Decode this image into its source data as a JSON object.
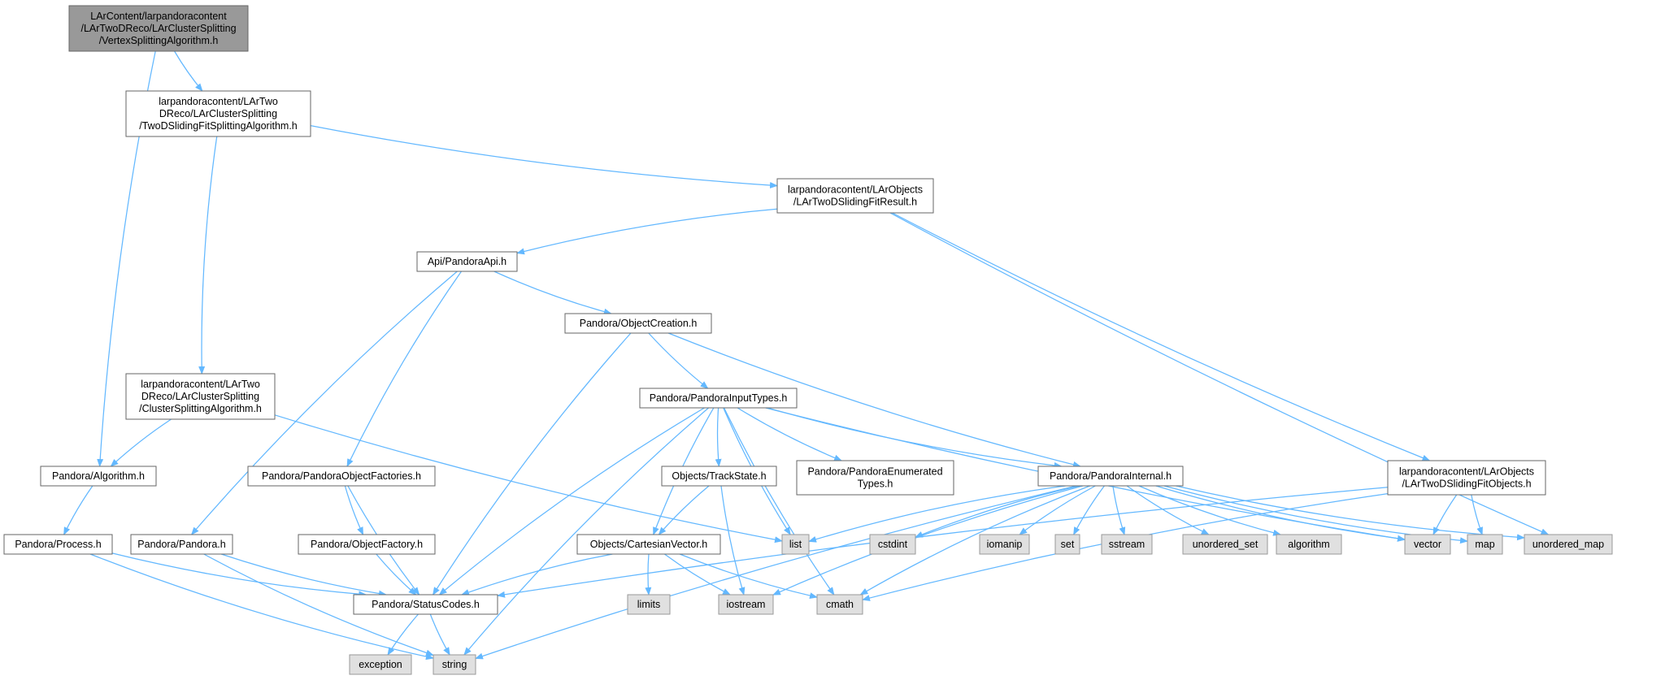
{
  "graph": {
    "colors": {
      "edge": "#63b8ff",
      "root_fill": "#999999",
      "root_stroke": "#666666",
      "node_fill": "#ffffff",
      "node_stroke": "#666666",
      "system_fill": "#e0e0e0",
      "system_stroke": "#999999"
    },
    "nodes": [
      {
        "id": "root",
        "kind": "root",
        "lines": [
          "LArContent/larpandoracontent",
          "/LArTwoDReco/LArClusterSplitting",
          "/VertexSplittingAlgorithm.h"
        ]
      },
      {
        "id": "twod_sliding_fit_splitting",
        "kind": "file",
        "lines": [
          "larpandoracontent/LArTwo",
          "DReco/LArClusterSplitting",
          "/TwoDSlidingFitSplittingAlgorithm.h"
        ]
      },
      {
        "id": "sliding_fit_result",
        "kind": "file",
        "lines": [
          "larpandoracontent/LArObjects",
          "/LArTwoDSlidingFitResult.h"
        ]
      },
      {
        "id": "pandora_api",
        "kind": "file",
        "lines": [
          "Api/PandoraApi.h"
        ]
      },
      {
        "id": "object_creation",
        "kind": "file",
        "lines": [
          "Pandora/ObjectCreation.h"
        ]
      },
      {
        "id": "cluster_splitting",
        "kind": "file",
        "lines": [
          "larpandoracontent/LArTwo",
          "DReco/LArClusterSplitting",
          "/ClusterSplittingAlgorithm.h"
        ]
      },
      {
        "id": "input_types",
        "kind": "file",
        "lines": [
          "Pandora/PandoraInputTypes.h"
        ]
      },
      {
        "id": "algorithm",
        "kind": "file",
        "lines": [
          "Pandora/Algorithm.h"
        ]
      },
      {
        "id": "object_factories",
        "kind": "file",
        "lines": [
          "Pandora/PandoraObjectFactories.h"
        ]
      },
      {
        "id": "track_state",
        "kind": "file",
        "lines": [
          "Objects/TrackState.h"
        ]
      },
      {
        "id": "enumerated_types",
        "kind": "file",
        "lines": [
          "Pandora/PandoraEnumerated",
          "Types.h"
        ]
      },
      {
        "id": "pandora_internal",
        "kind": "file",
        "lines": [
          "Pandora/PandoraInternal.h"
        ]
      },
      {
        "id": "sliding_fit_objects",
        "kind": "file",
        "lines": [
          "larpandoracontent/LArObjects",
          "/LArTwoDSlidingFitObjects.h"
        ]
      },
      {
        "id": "process",
        "kind": "file",
        "lines": [
          "Pandora/Process.h"
        ]
      },
      {
        "id": "pandora",
        "kind": "file",
        "lines": [
          "Pandora/Pandora.h"
        ]
      },
      {
        "id": "object_factory",
        "kind": "file",
        "lines": [
          "Pandora/ObjectFactory.h"
        ]
      },
      {
        "id": "cartesian_vector",
        "kind": "file",
        "lines": [
          "Objects/CartesianVector.h"
        ]
      },
      {
        "id": "list",
        "kind": "system",
        "lines": [
          "list"
        ]
      },
      {
        "id": "cstdint",
        "kind": "system",
        "lines": [
          "cstdint"
        ]
      },
      {
        "id": "iomanip",
        "kind": "system",
        "lines": [
          "iomanip"
        ]
      },
      {
        "id": "set",
        "kind": "system",
        "lines": [
          "set"
        ]
      },
      {
        "id": "sstream",
        "kind": "system",
        "lines": [
          "sstream"
        ]
      },
      {
        "id": "unordered_set",
        "kind": "system",
        "lines": [
          "unordered_set"
        ]
      },
      {
        "id": "algorithm_std",
        "kind": "system",
        "lines": [
          "algorithm"
        ]
      },
      {
        "id": "vector",
        "kind": "system",
        "lines": [
          "vector"
        ]
      },
      {
        "id": "map",
        "kind": "system",
        "lines": [
          "map"
        ]
      },
      {
        "id": "unordered_map",
        "kind": "system",
        "lines": [
          "unordered_map"
        ]
      },
      {
        "id": "status_codes",
        "kind": "file",
        "lines": [
          "Pandora/StatusCodes.h"
        ]
      },
      {
        "id": "limits",
        "kind": "system",
        "lines": [
          "limits"
        ]
      },
      {
        "id": "iostream",
        "kind": "system",
        "lines": [
          "iostream"
        ]
      },
      {
        "id": "cmath",
        "kind": "system",
        "lines": [
          "cmath"
        ]
      },
      {
        "id": "exception",
        "kind": "system",
        "lines": [
          "exception"
        ]
      },
      {
        "id": "string",
        "kind": "system",
        "lines": [
          "string"
        ]
      }
    ],
    "edges": [
      [
        "root",
        "twod_sliding_fit_splitting"
      ],
      [
        "root",
        "algorithm"
      ],
      [
        "twod_sliding_fit_splitting",
        "sliding_fit_result"
      ],
      [
        "twod_sliding_fit_splitting",
        "cluster_splitting"
      ],
      [
        "sliding_fit_result",
        "pandora_api"
      ],
      [
        "sliding_fit_result",
        "sliding_fit_objects"
      ],
      [
        "sliding_fit_result",
        "unordered_map"
      ],
      [
        "pandora_api",
        "object_creation"
      ],
      [
        "pandora_api",
        "object_factories"
      ],
      [
        "pandora_api",
        "pandora"
      ],
      [
        "object_creation",
        "input_types"
      ],
      [
        "object_creation",
        "pandora_internal"
      ],
      [
        "object_creation",
        "status_codes"
      ],
      [
        "cluster_splitting",
        "algorithm"
      ],
      [
        "cluster_splitting",
        "list"
      ],
      [
        "algorithm",
        "process"
      ],
      [
        "process",
        "status_codes"
      ],
      [
        "process",
        "string"
      ],
      [
        "pandora",
        "status_codes"
      ],
      [
        "pandora",
        "string"
      ],
      [
        "object_factories",
        "object_factory"
      ],
      [
        "object_factories",
        "status_codes"
      ],
      [
        "object_factory",
        "status_codes"
      ],
      [
        "input_types",
        "track_state"
      ],
      [
        "input_types",
        "enumerated_types"
      ],
      [
        "input_types",
        "pandora_internal"
      ],
      [
        "input_types",
        "cartesian_vector"
      ],
      [
        "input_types",
        "status_codes"
      ],
      [
        "input_types",
        "list"
      ],
      [
        "input_types",
        "vector"
      ],
      [
        "input_types",
        "string"
      ],
      [
        "input_types",
        "cmath"
      ],
      [
        "track_state",
        "cartesian_vector"
      ],
      [
        "track_state",
        "iostream"
      ],
      [
        "cartesian_vector",
        "status_codes"
      ],
      [
        "cartesian_vector",
        "limits"
      ],
      [
        "cartesian_vector",
        "iostream"
      ],
      [
        "cartesian_vector",
        "cmath"
      ],
      [
        "pandora_internal",
        "list"
      ],
      [
        "pandora_internal",
        "cstdint"
      ],
      [
        "pandora_internal",
        "iomanip"
      ],
      [
        "pandora_internal",
        "set"
      ],
      [
        "pandora_internal",
        "sstream"
      ],
      [
        "pandora_internal",
        "unordered_set"
      ],
      [
        "pandora_internal",
        "algorithm_std"
      ],
      [
        "pandora_internal",
        "vector"
      ],
      [
        "pandora_internal",
        "map"
      ],
      [
        "pandora_internal",
        "unordered_map"
      ],
      [
        "pandora_internal",
        "iostream"
      ],
      [
        "pandora_internal",
        "cmath"
      ],
      [
        "pandora_internal",
        "string"
      ],
      [
        "sliding_fit_objects",
        "vector"
      ],
      [
        "sliding_fit_objects",
        "map"
      ],
      [
        "sliding_fit_objects",
        "status_codes"
      ],
      [
        "sliding_fit_objects",
        "cmath"
      ],
      [
        "status_codes",
        "exception"
      ],
      [
        "status_codes",
        "string"
      ]
    ]
  }
}
